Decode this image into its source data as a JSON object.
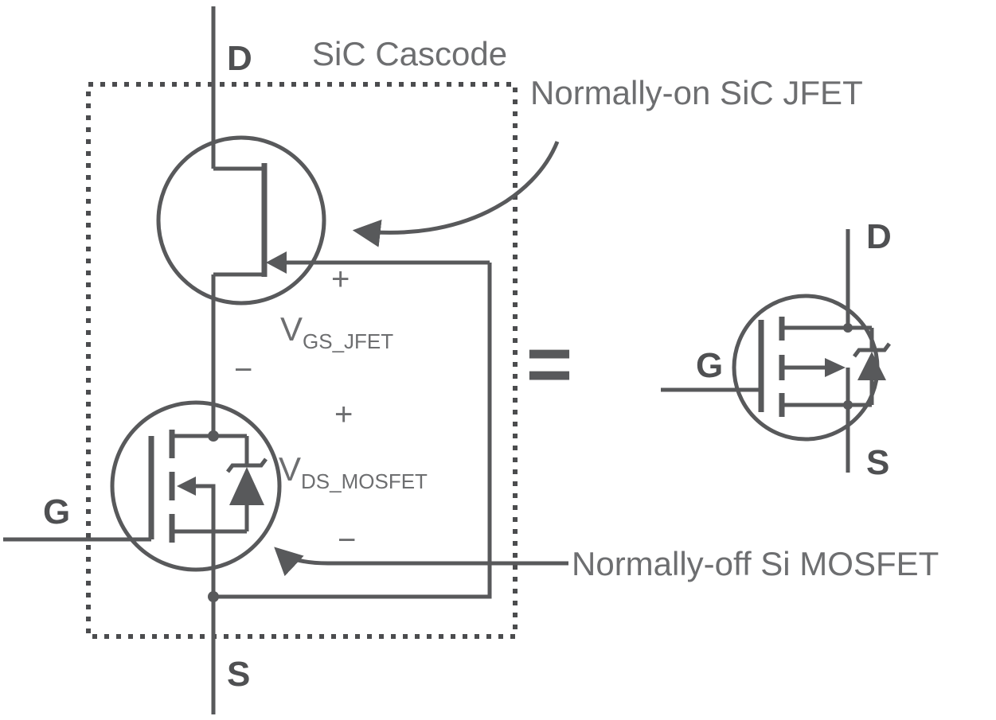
{
  "diagram": {
    "title": "SiC Cascode",
    "equals_sign": "=",
    "annotation_jfet": "Normally-on SiC JFET",
    "annotation_mosfet": "Normally-off Si MOSFET",
    "cascode": {
      "drain_label": "D",
      "gate_label": "G",
      "source_label": "S",
      "v_gs_jfet": {
        "symbol": "V",
        "subscript": "GS_JFET",
        "plus": "+",
        "minus": "−"
      },
      "v_ds_mosfet": {
        "symbol": "V",
        "subscript": "DS_MOSFET",
        "plus": "+",
        "minus": "−"
      }
    },
    "equivalent": {
      "drain_label": "D",
      "gate_label": "G",
      "source_label": "S"
    },
    "colors": {
      "line": "#58595b",
      "text": "#6d6e70",
      "background": "#ffffff"
    }
  }
}
